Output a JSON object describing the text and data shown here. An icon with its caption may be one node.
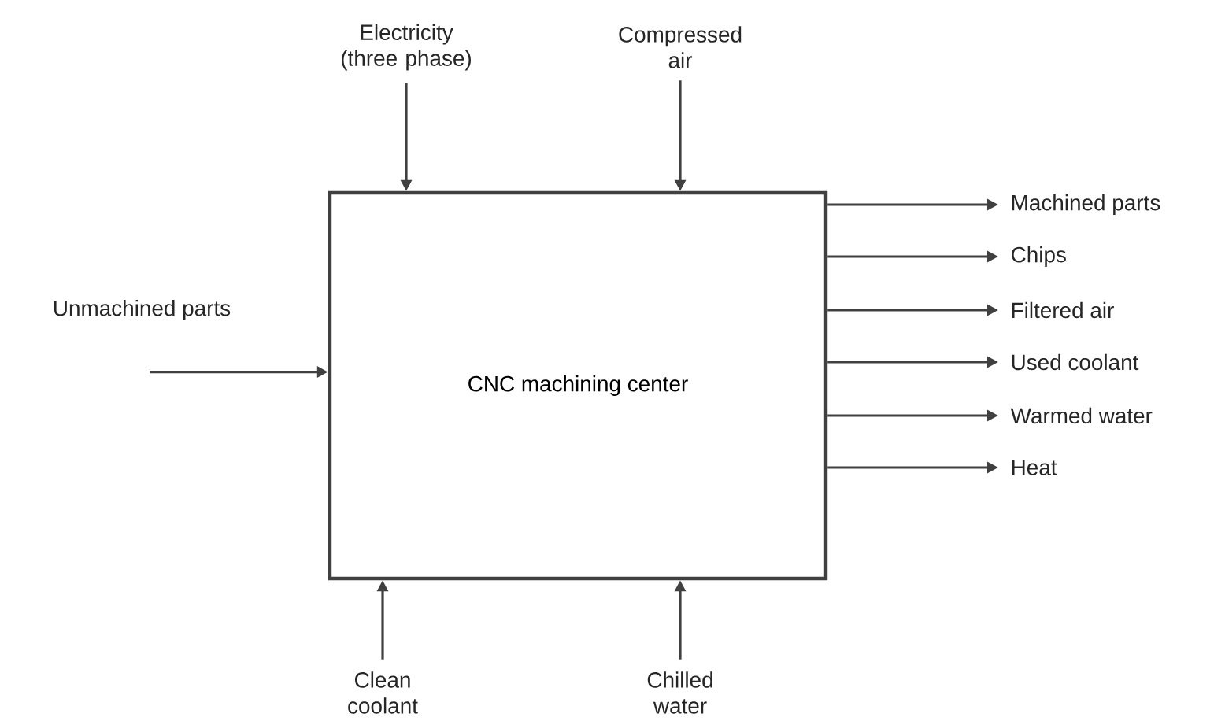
{
  "diagram": {
    "nodes": [
      {
        "text": [
          "CNC machining center"
        ]
      },
      {
        "text": [
          "Unmachined parts"
        ]
      },
      {
        "text": [
          "Electricity (three phase)"
        ]
      },
      {
        "text": [
          "Compressed air"
        ]
      },
      {
        "text": [
          "Clean coolant"
        ]
      },
      {
        "text": [
          "Chilled water"
        ]
      },
      {
        "text": [
          "Machined parts"
        ]
      },
      {
        "text": [
          "Chips"
        ]
      },
      {
        "text": [
          "Filtered air"
        ]
      },
      {
        "text": [
          "Used coolant"
        ]
      },
      {
        "text": [
          "Warmed water"
        ]
      },
      {
        "text": [
          "Heat"
        ]
      }
    ],
    "edges": [
      {
        "from": 1,
        "to": 0,
        "arrow": "to"
      },
      {
        "from": 2,
        "to": 0,
        "arrow": "to"
      },
      {
        "from": 3,
        "to": 0,
        "arrow": "to"
      },
      {
        "from": 4,
        "to": 0,
        "arrow": "to"
      },
      {
        "from": 5,
        "to": 0,
        "arrow": "to"
      },
      {
        "from": 0,
        "to": 6,
        "arrow": "to"
      },
      {
        "from": 0,
        "to": 7,
        "arrow": "to"
      },
      {
        "from": 0,
        "to": 8,
        "arrow": "to"
      },
      {
        "from": 0,
        "to": 9,
        "arrow": "to"
      },
      {
        "from": 0,
        "to": 10,
        "arrow": "to"
      },
      {
        "from": 0,
        "to": 11,
        "arrow": "to"
      }
    ]
  }
}
